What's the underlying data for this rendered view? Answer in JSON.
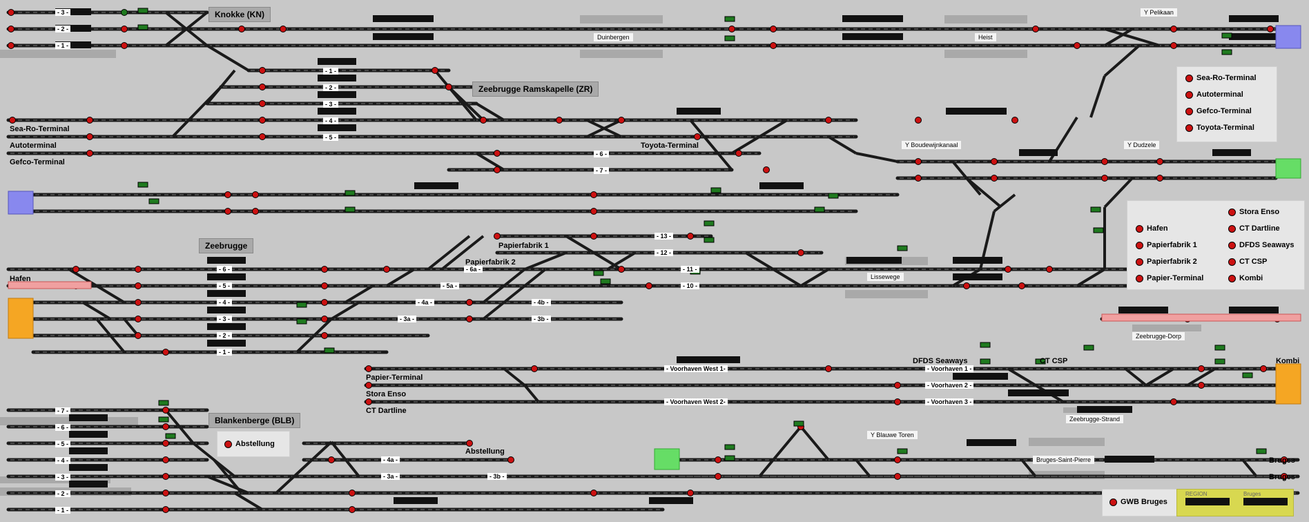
{
  "stations": {
    "knokke": "Knokke (KN)",
    "zeebrugge_ramskapelle": "Zeebrugge Ramskapelle (ZR)",
    "zeebrugge": "Zeebrugge",
    "blankenberge": "Blankenberge (BLB)"
  },
  "places": {
    "duinbergen": "Duinbergen",
    "heist": "Heist",
    "lissewege": "Lissewege",
    "zeebrugge_dorp": "Zeebrugge-Dorp",
    "zeebrugge_strand": "Zeebrugge-Strand",
    "bruges_saint_pierre": "Bruges-Saint-Pierre"
  },
  "junctions": {
    "pelikaan": "Y Pelikaan",
    "boudewijnkanaal": "Y Boudewijnkanaal",
    "dudzele": "Y Dudzele",
    "blauwe_toren": "Y Blauwe Toren"
  },
  "terminals": {
    "sea_ro": "Sea-Ro-Terminal",
    "autoterminal": "Autoterminal",
    "gefco": "Gefco-Terminal",
    "toyota": "Toyota-Terminal",
    "hafen": "Hafen",
    "papierfabrik1": "Papierfabrik 1",
    "papierfabrik2": "Papierfabrik 2",
    "papier_terminal": "Papier-Terminal",
    "stora_enso": "Stora Enso",
    "ct_dartline": "CT Dartline",
    "dfds": "DFDS Seaways",
    "ct_csp": "CT CSP",
    "kombi": "Kombi",
    "abstellung": "Abstellung",
    "bruges1": "Bruges",
    "bruges2": "Bruges"
  },
  "legend1": [
    "Sea-Ro-Terminal",
    "Autoterminal",
    "Gefco-Terminal",
    "Toyota-Terminal"
  ],
  "legend2_left": [
    "Hafen",
    "Papierfabrik 1",
    "Papierfabrik 2",
    "Papier-Terminal"
  ],
  "legend2_right": [
    "Stora Enso",
    "CT Dartline",
    "DFDS Seaways",
    "CT CSP",
    "Kombi"
  ],
  "legend_abstellung": "Abstellung",
  "legend_gwb": "GWB Bruges",
  "region": {
    "caption": "REGION",
    "name": "Bruges"
  },
  "track_tags": {
    "k3": "- 3 -",
    "k2": "- 2 -",
    "k1": "- 1 -",
    "zr1": "- 1 -",
    "zr2": "- 2 -",
    "zr3": "- 3 -",
    "zr4": "- 4 -",
    "zr5": "- 5 -",
    "zr6": "- 6 -",
    "zr7": "- 7 -",
    "zb6": "- 6 -",
    "zb5": "- 5 -",
    "zb4": "- 4 -",
    "zb3": "- 3 -",
    "zb2": "- 2 -",
    "zb1": "- 1 -",
    "t6a": "- 6a -",
    "t5a": "- 5a -",
    "t4a": "- 4a -",
    "t3a": "- 3a -",
    "t4b": "- 4b -",
    "t3b": "- 3b -",
    "t13": "- 13 -",
    "t12": "- 12 -",
    "t11": "- 11 -",
    "t10": "- 10 -",
    "vw1": "- Voorhaven West 1-",
    "vw2": "- Voorhaven West 2-",
    "vo1": "- Voorhaven 1 -",
    "vo2": "- Voorhaven 2 -",
    "vo3": "- Voorhaven 3 -",
    "b7": "- 7 -",
    "b6": "- 6 -",
    "b5": "- 5 -",
    "b4": "- 4 -",
    "b3": "- 3 -",
    "b2": "- 2 -",
    "b1": "- 1 -",
    "b4a": "- 4a -",
    "b3a": "- 3a -",
    "b3b": "- 3b -"
  },
  "colors": {
    "background": "#c8c8c8",
    "rail": "#1a1a1a",
    "signal_red": "#cc1111",
    "signal_green": "#1f7a1f",
    "block_blue": "#8888ee",
    "block_green": "#66dd66",
    "block_orange": "#f5a623",
    "block_pink": "#f0a0a0",
    "region_yellow": "#d8d850"
  }
}
